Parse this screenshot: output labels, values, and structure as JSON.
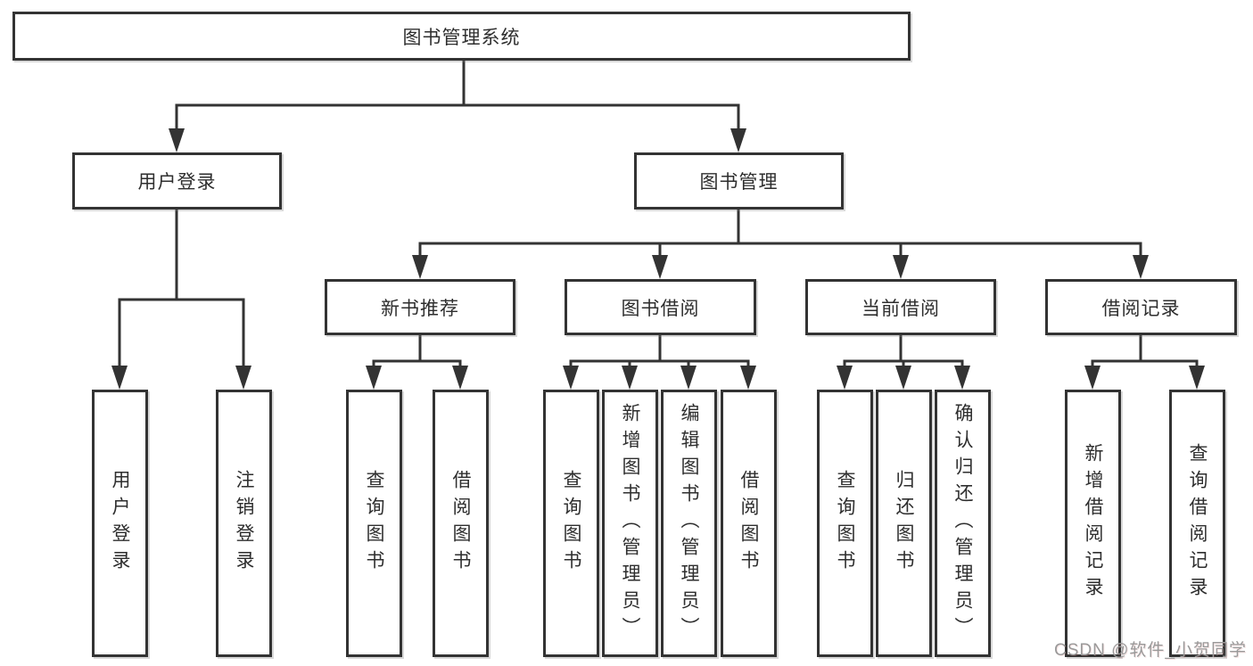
{
  "diagram": {
    "root": {
      "label": "图书管理系统"
    },
    "branches": [
      {
        "label": "用户登录",
        "children": [
          {
            "label": "用户登录"
          },
          {
            "label": "注销登录"
          }
        ]
      },
      {
        "label": "图书管理",
        "children": [
          {
            "label": "新书推荐",
            "children": [
              {
                "label": "查询图书"
              },
              {
                "label": "借阅图书"
              }
            ]
          },
          {
            "label": "图书借阅",
            "children": [
              {
                "label": "查询图书"
              },
              {
                "label": "新增图书（管理员）"
              },
              {
                "label": "编辑图书（管理员）"
              },
              {
                "label": "借阅图书"
              }
            ]
          },
          {
            "label": "当前借阅",
            "children": [
              {
                "label": "查询图书"
              },
              {
                "label": "归还图书"
              },
              {
                "label": "确认归还（管理员）"
              }
            ]
          },
          {
            "label": "借阅记录",
            "children": [
              {
                "label": "新增借阅记录"
              },
              {
                "label": "查询借阅记录"
              }
            ]
          }
        ]
      }
    ]
  },
  "watermark": {
    "text": "CSDN @软件_小贺同学"
  },
  "colors": {
    "line": "#333333",
    "text": "#2e2e2e",
    "box_fill": "#ffffff",
    "background": "#ffffff",
    "watermark": "#9a9a9a"
  }
}
